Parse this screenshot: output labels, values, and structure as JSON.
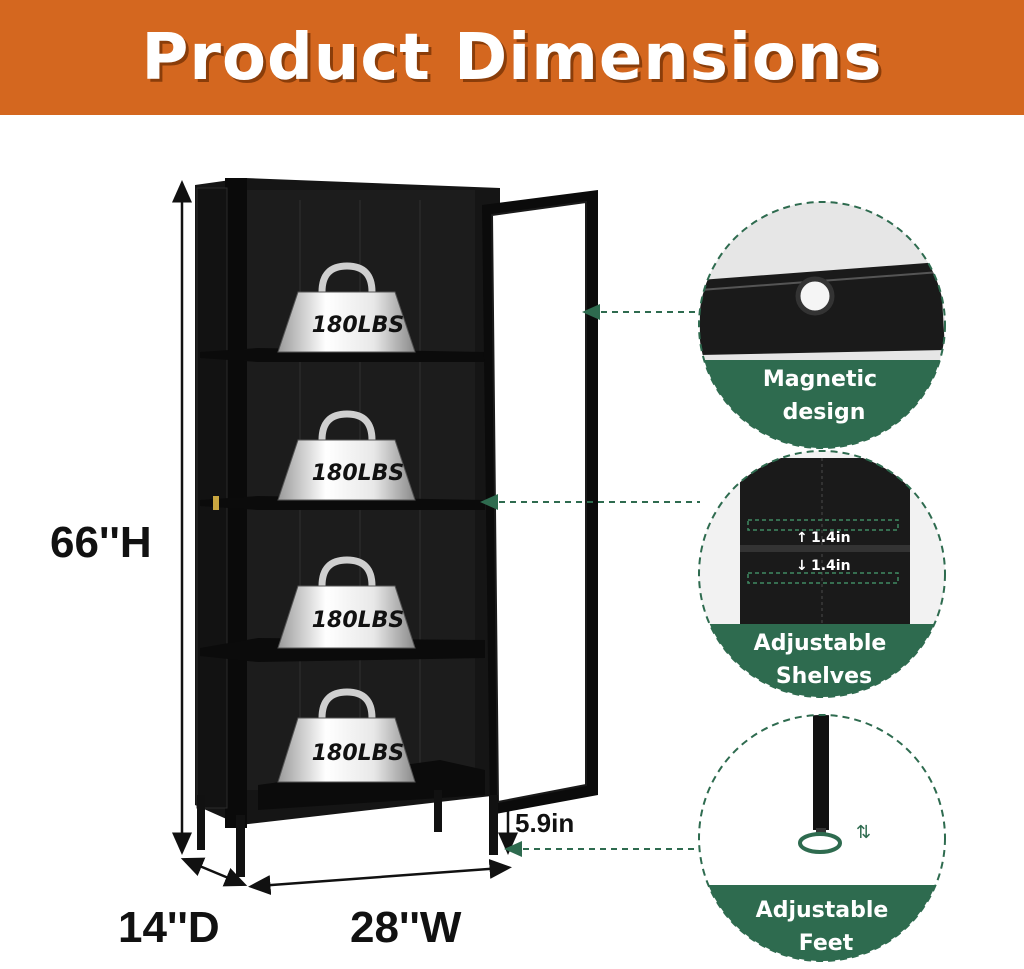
{
  "banner": {
    "title": "Product Dimensions"
  },
  "dimensions": {
    "height": "66''H",
    "depth": "14''D",
    "width": "28''W",
    "foot_clearance": "5.9in"
  },
  "weights": {
    "label": "180LBS"
  },
  "callouts": [
    {
      "line1": "Magnetic",
      "line2": "design"
    },
    {
      "line1": "Adjustable",
      "line2": "Shelves",
      "gap_up": "1.4in",
      "gap_down": "1.4in"
    },
    {
      "line1": "Adjustable",
      "line2": "Feet"
    }
  ],
  "colors": {
    "banner": "#d4671f",
    "callout_green": "#2e6b4f",
    "cabinet": "#111111"
  }
}
